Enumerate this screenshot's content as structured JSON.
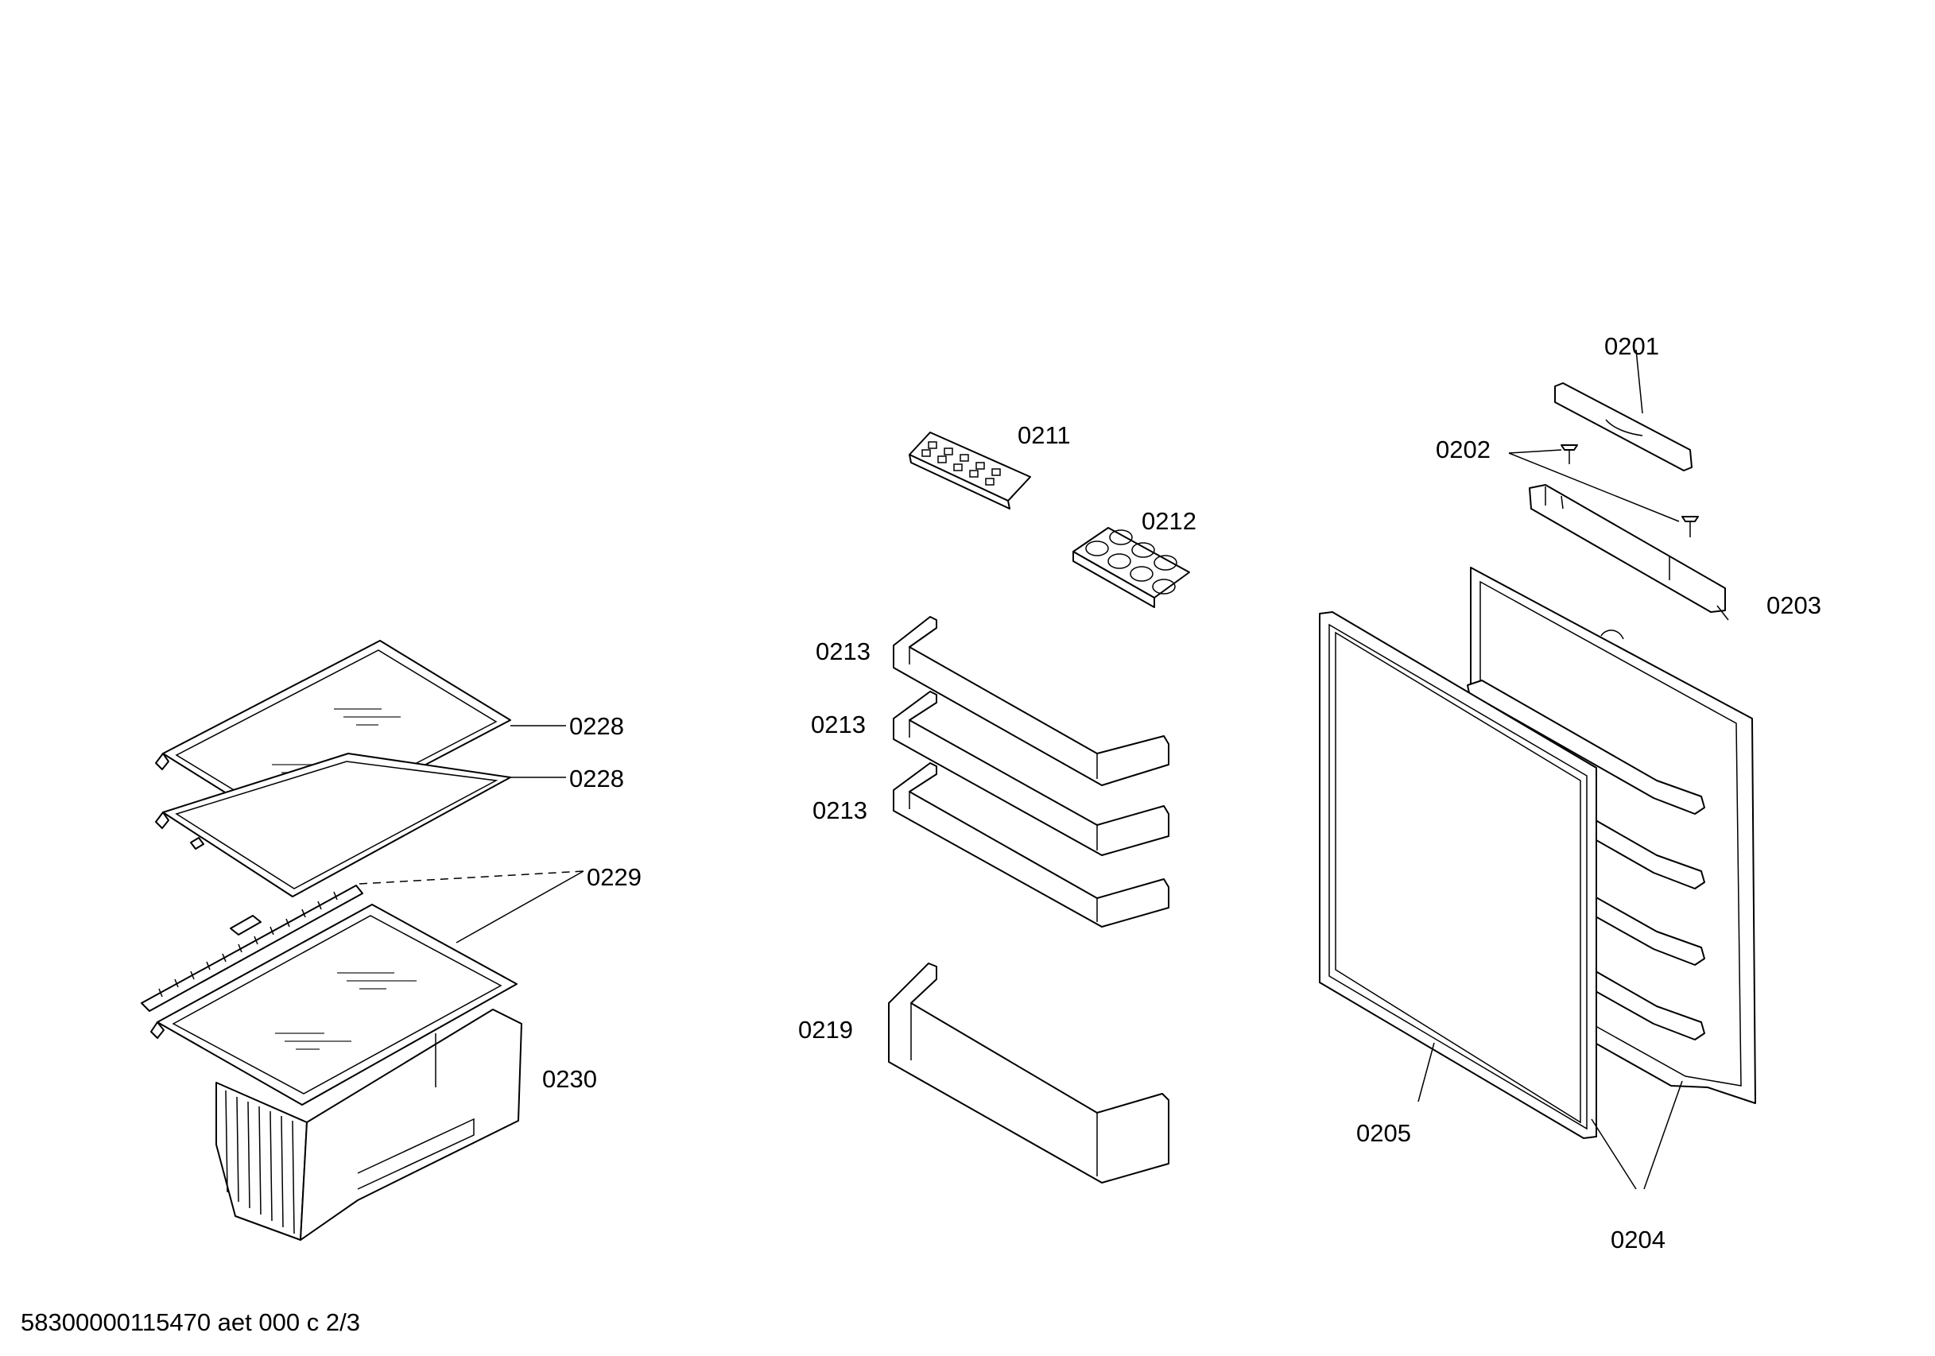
{
  "labels": {
    "p0201": "0201",
    "p0202": "0202",
    "p0203": "0203",
    "p0204": "0204",
    "p0205": "0205",
    "p0211": "0211",
    "p0212": "0212",
    "p0213a": "0213",
    "p0213b": "0213",
    "p0213c": "0213",
    "p0219": "0219",
    "p0228a": "0228",
    "p0228b": "0228",
    "p0229": "0229",
    "p0230": "0230"
  },
  "footer": "58300000115470 aet 000 c 2/3"
}
